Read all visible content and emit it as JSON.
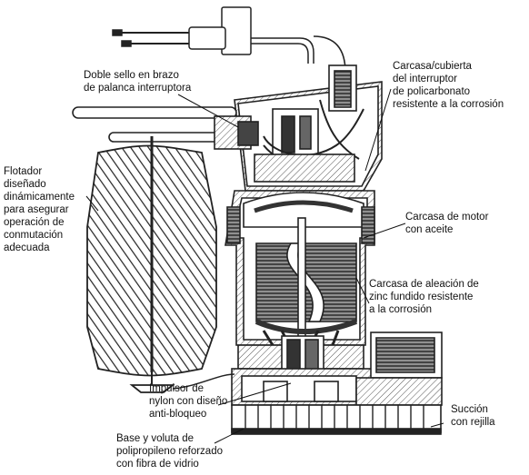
{
  "labels": {
    "double_seal": "Doble sello en brazo\nde palanca interruptora",
    "switch_housing": "Carcasa/cubierta\ndel interruptor\nde policarbonato\nresistente a la corrosión",
    "float": "Flotador\ndiseñado\ndinámicamente\npara asegurar\noperación de\nconmutación\nadecuada",
    "motor_housing": "Carcasa de motor\ncon aceite",
    "zinc_housing": "Carcasa de aleación de\nzinc fundido resistente\na la corrosión",
    "impeller": "Impulsor de\nnylon con diseño\nanti-bloqueo",
    "suction": "Succión\ncon rejilla",
    "base": "Base y voluta de\npolipropileno reforzado\ncon fibra de vidrio"
  }
}
